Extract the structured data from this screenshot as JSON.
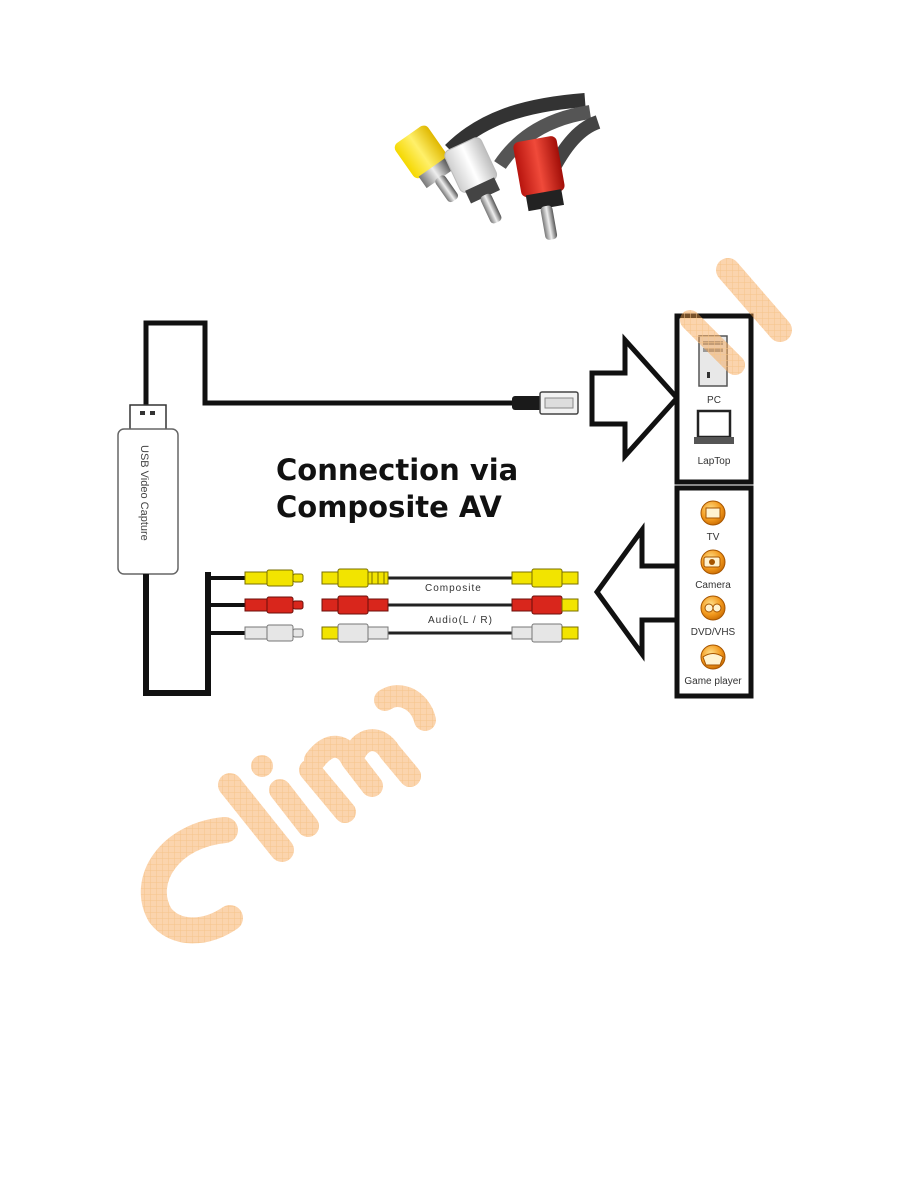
{
  "diagram": {
    "headline": [
      "Connection via",
      "Composite AV"
    ],
    "dongle_label": "USB Video Capture",
    "cables": {
      "composite_label": "Composite",
      "audio_label": "Audio(L / R)"
    },
    "computers": [
      {
        "label": "PC",
        "icon": "desktop-tower-icon"
      },
      {
        "label": "LapTop",
        "icon": "laptop-icon"
      }
    ],
    "sources": [
      {
        "label": "TV",
        "icon": "tv-icon"
      },
      {
        "label": "Camera",
        "icon": "camera-icon"
      },
      {
        "label": "DVD/VHS",
        "icon": "dvd-vhs-icon"
      },
      {
        "label": "Game player",
        "icon": "game-player-icon"
      }
    ],
    "colors": {
      "video_yellow": "#f2e400",
      "audio_red": "#d9261c",
      "audio_white": "#e6e6e6",
      "icon_orange": "#f39a1e",
      "watermark": "#f7a04a"
    }
  }
}
